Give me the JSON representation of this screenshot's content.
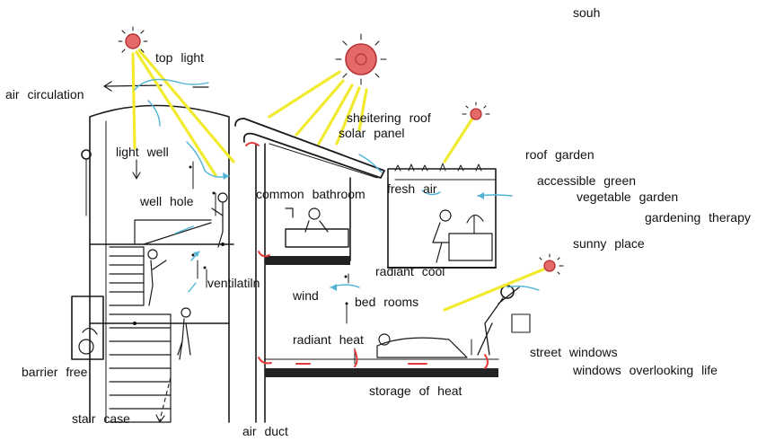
{
  "labels": {
    "souh": "souh",
    "top_light": "top  light",
    "air_circulation": "air  circulation",
    "light_well": "light  well",
    "sheltering_roof": "sheitering  roof",
    "solar_panel": "solar  panel",
    "roof_garden": "roof  garden",
    "accessible_green": "accessible green",
    "vegetable_garden": "vegetable  garden",
    "gardening_therapy": "gardening  therapy",
    "well_hole": "well hole",
    "common_bathroom": "common  bathroom",
    "fresh_air": "fresh  air",
    "sunny_place": "sunny  place",
    "radiant_cool": "radiant  cool",
    "ventilation": "ventilatiln",
    "wind": "wind",
    "bed_rooms": "bed  rooms",
    "radiant_heat": "radiant  heat",
    "street_windows": "street  windows",
    "windows_overlooking_life": "windows  overlooking  life",
    "barrier_free": "barrier  free",
    "storage_of_heat": "storage  of  heat",
    "stair_case": "stair  case",
    "air_duct": "air  duct"
  },
  "colors": {
    "line": "#1a1a1a",
    "sun_fill": "#e46a6a",
    "sun_core": "#b83030",
    "sun_ray": "#f2ea2e",
    "air_flow": "#4fb3d6",
    "heat": "#e23b3b",
    "slab": "#222222"
  }
}
